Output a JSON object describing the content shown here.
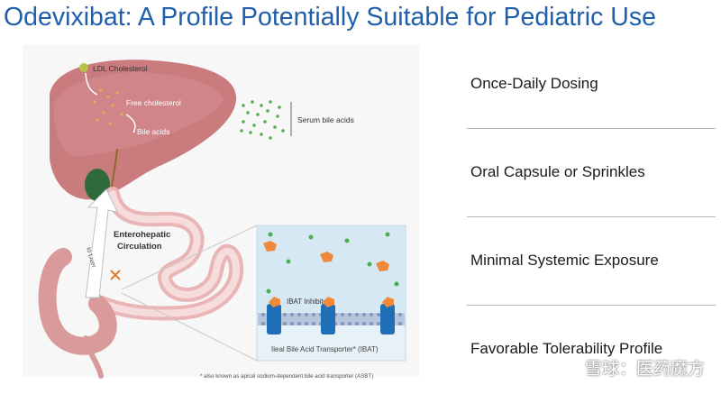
{
  "title": "Odevixibat: A Profile Potentially Suitable for Pediatric Use",
  "diagram": {
    "ldl_cholesterol": "LDL Cholesterol",
    "free_cholesterol": "Free cholesterol",
    "bile_acids": "Bile acids",
    "serum_bile_acids": "Serum bile acids",
    "enterohepatic_line1": "Enterohepatic",
    "enterohepatic_line2": "Circulation",
    "to_liver": "to Liver",
    "ibat_inhibitor": "IBAT Inhibitor",
    "transporter_label": "Ileal Bile Acid Transporter* (IBAT)",
    "footnote": "* also known as apical sodium-dependent bile acid transporter (ASBT)"
  },
  "features": [
    {
      "label": "Once-Daily Dosing"
    },
    {
      "label": "Oral Capsule or Sprinkles"
    },
    {
      "label": "Minimal Systemic Exposure"
    },
    {
      "label": "Favorable Tolerability Profile"
    }
  ],
  "watermark": "雪球：医药魔方",
  "colors": {
    "title": "#1f5fae",
    "liver": "#c97b7e",
    "intestine": "#f0c4c4",
    "bile_dot": "#4caf50",
    "inhibitor": "#f08a3a",
    "transporter": "#1e6fb5"
  }
}
